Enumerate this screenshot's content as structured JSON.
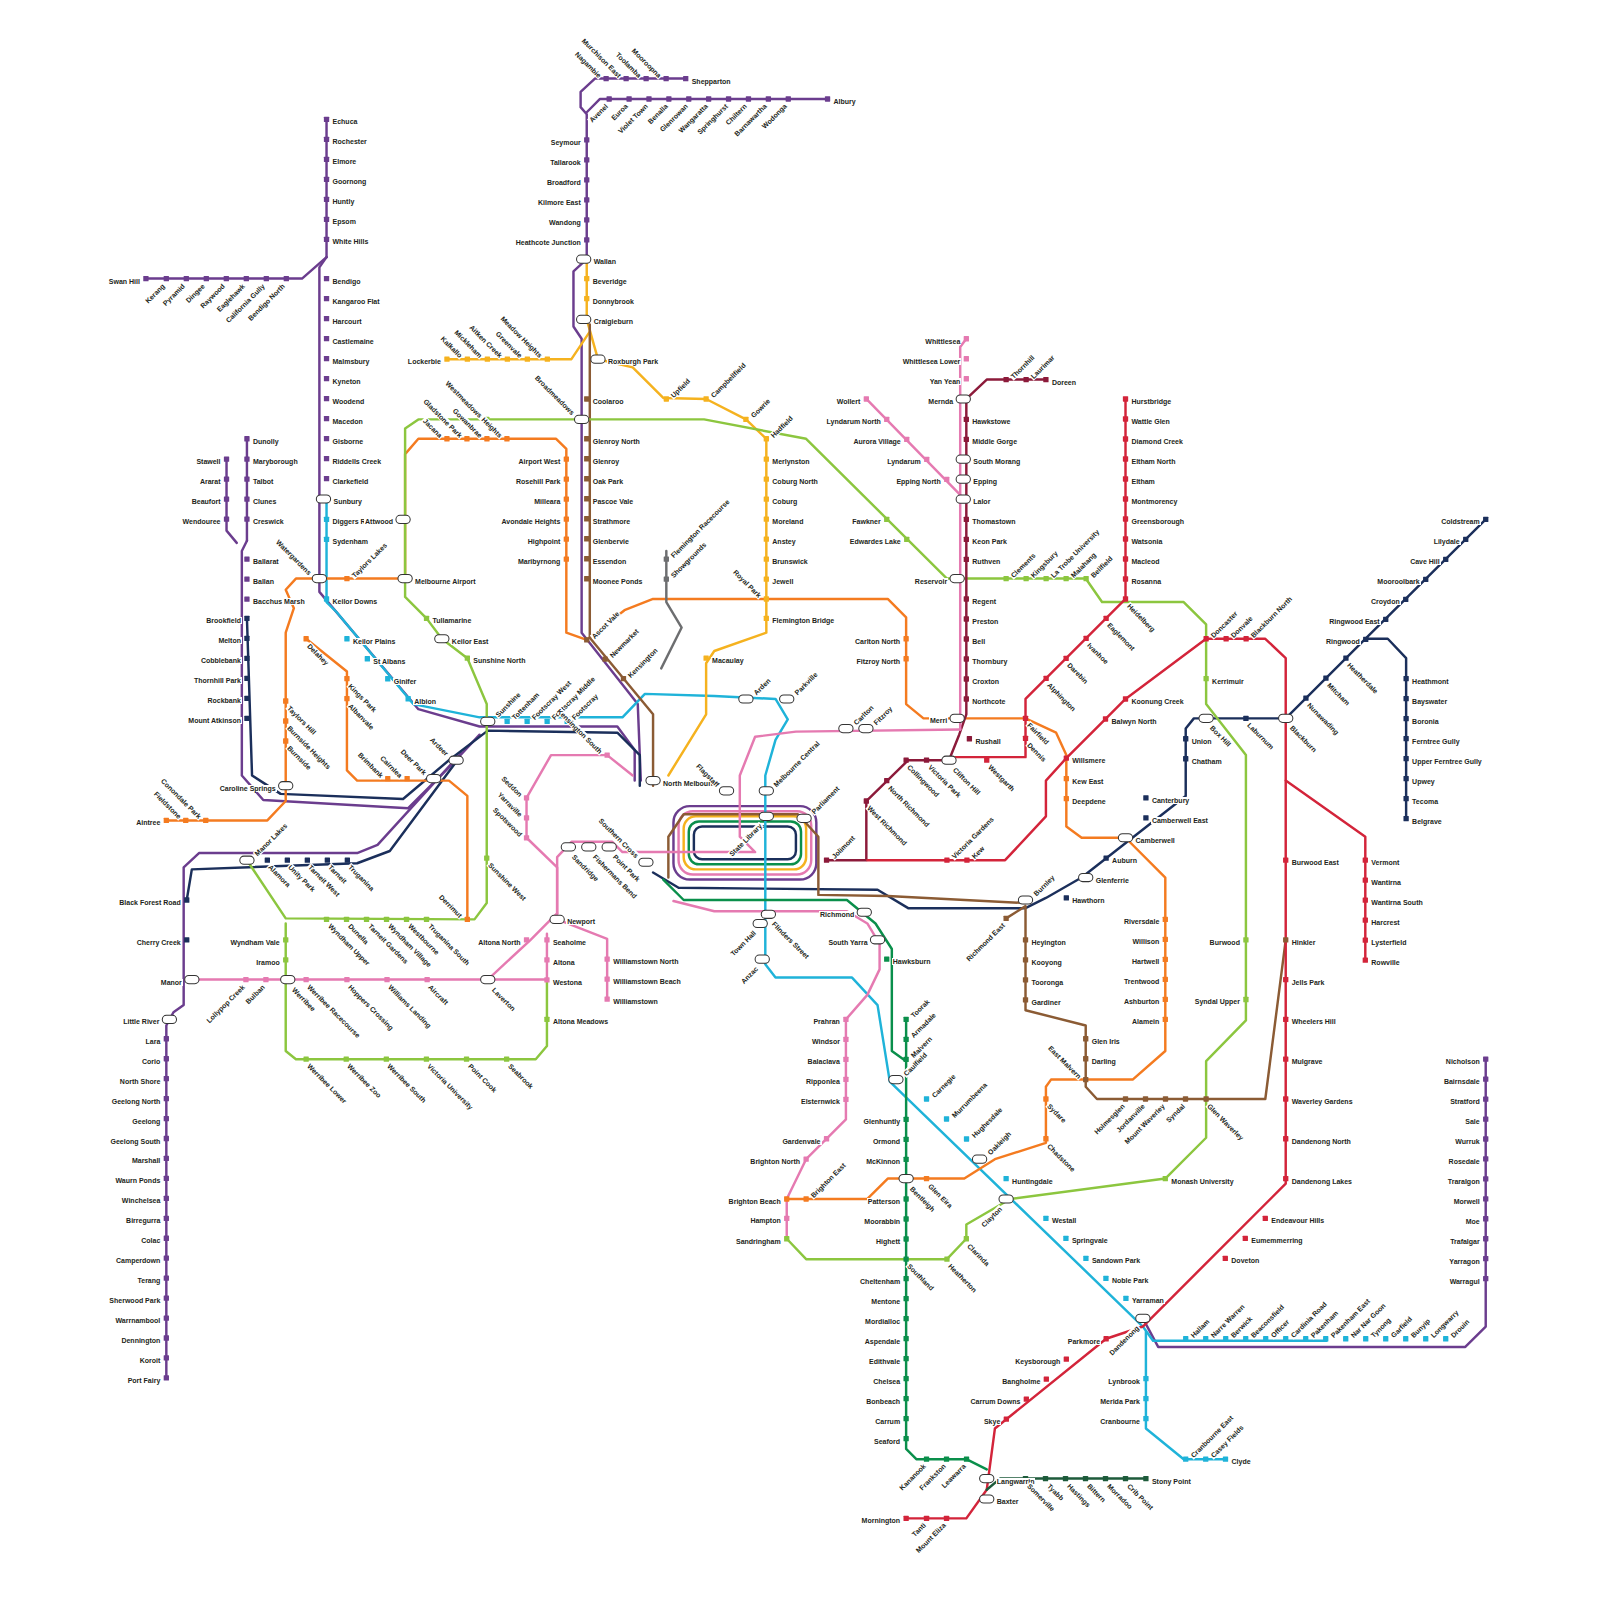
{
  "diagram": {
    "labels": [
      "Seymour",
      "Tallarook",
      "Broadford",
      "Kilmore East",
      "Wandong",
      "Heathcote Junction",
      "Wallan",
      "Beveridge",
      "Donnybrook",
      "Craigieburn",
      "Roxburgh Park",
      "Coolaroo",
      "Broadmeadows",
      "Glenroy North",
      "Glenroy",
      "Oak Park",
      "Pascoe Vale",
      "Strathmore",
      "Glenbervie",
      "Essendon",
      "Moonee Ponds",
      "Ascot Vale",
      "Newmarket",
      "Kensington",
      "North Melbourne",
      "Nagambie",
      "Murchison East",
      "Toolamba",
      "Mooroopna",
      "Shepparton",
      "Avenel",
      "Euroa",
      "Violet Town",
      "Benalla",
      "Glenrowan",
      "Wangaratta",
      "Springhurst",
      "Chiltern",
      "Barnawartha",
      "Wodonga",
      "Albury",
      "Echuca",
      "Rochester",
      "Elmore",
      "Goornong",
      "Huntly",
      "Epsom",
      "White Hills",
      "Bendigo",
      "Kangaroo Flat",
      "Harcourt",
      "Castlemaine",
      "Malmsbury",
      "Kyneton",
      "Woodend",
      "Macedon",
      "Gisborne",
      "Riddells Creek",
      "Clarkefield",
      "Sunbury",
      "Diggers Rest",
      "Sydenham",
      "Watergardens",
      "Taylors Lakes",
      "Keilor Downs",
      "Keilor Plains",
      "St Albans",
      "Ginifer",
      "Albion",
      "Swan Hill",
      "Kerang",
      "Pyramid",
      "Dingee",
      "Raywood",
      "Eaglehawk",
      "California Gully",
      "Bendigo North",
      "Dunolly",
      "Maryborough",
      "Talbot",
      "Clunes",
      "Creswick",
      "Stawell",
      "Ararat",
      "Beaufort",
      "Wendouree",
      "Ballarat",
      "Ballan",
      "Bacchus Marsh",
      "Brookfield",
      "Melton",
      "Cobblebank",
      "Thornhill Park",
      "Rockbank",
      "Mount Atkinson",
      "Caroline Springs",
      "Aintree",
      "Fieldstone",
      "Conondale Park",
      "Taylors Hill",
      "Burnside Heights",
      "Burnside",
      "Delahey",
      "Kings Park",
      "Albanvale",
      "Brimbank",
      "Cairnlea",
      "Deer Park",
      "Ardeer",
      "Derrimut",
      "Jacana",
      "Gladstone Park",
      "Gowanbrae",
      "Strathmore Heights",
      "Airport West",
      "Rosehill Park",
      "Milleara",
      "Avondale Heights",
      "Highpoint",
      "Maribyrnong",
      "Westmeadows",
      "Attwood",
      "Melbourne Airport",
      "Tullamarine",
      "Keilor East",
      "Sunshine North",
      "Sunshine",
      "Sunshine West",
      "Tottenham",
      "Footscray West",
      "Footscray Middle",
      "Footscray",
      "Seddon",
      "Yarraville",
      "Spotswood",
      "Kensington South",
      "Manor Lakes",
      "Alamora",
      "Unity Park",
      "Tarneit West",
      "Tarneit",
      "Truganina",
      "Black Forest Road",
      "Cherry Creek",
      "Manor",
      "Little River",
      "Lara",
      "Corio",
      "North Shore",
      "Geelong North",
      "Geelong",
      "Geelong South",
      "Marshall",
      "Waurn Ponds",
      "Winchelsea",
      "Birregurra",
      "Colac",
      "Camperdown",
      "Terang",
      "Sherwood Park",
      "Warrnambool",
      "Dennington",
      "Koroit",
      "Port Fairy",
      "Wyndham Vale",
      "Iramoo",
      "Wyndham Upper",
      "Dunella",
      "Tarneit Gardens",
      "Wyndham Village",
      "Westbourne",
      "Truganina South",
      "Werribee Lower",
      "Werribee Zoo",
      "Werribee South",
      "Victoria University",
      "Point Cook",
      "Seabrook",
      "Altona Meadows",
      "Lollypop Creek",
      "Bulban",
      "Werribee",
      "Werribee Racecourse",
      "Hoppers Crossing",
      "Williams Landing",
      "Aircraft",
      "Laverton",
      "Altona North",
      "Newport",
      "Seaholme",
      "Altona",
      "Westona",
      "Williamstown North",
      "Williamstown Beach",
      "Williamstown",
      "Lockerbie",
      "Kalkallo",
      "Mickleham",
      "Aitken Creek",
      "Greenvale",
      "Meadow Heights",
      "Upfield",
      "Campbellfield",
      "Gowrie",
      "Hadfield",
      "Merlynston",
      "Coburg North",
      "Coburg",
      "Moreland",
      "Anstey",
      "Brunswick",
      "Jewell",
      "Royal Park",
      "Flemington Bridge",
      "Macaulay",
      "Flemington Racecourse",
      "Showgrounds",
      "Arden",
      "Parkville",
      "Carlton",
      "Fitzroy",
      "Flagstaff",
      "Melbourne Central",
      "State Library",
      "Parliament",
      "Jolimont",
      "Southern Cross",
      "Town Hall",
      "Flinders Street",
      "Anzac",
      "Sandridge",
      "Fishermans Bend",
      "Point Park",
      "Richmond",
      "South Yarra",
      "Hawksburn",
      "Carlton North",
      "Fitzroy North",
      "Thornhill",
      "Laurimar",
      "Doreen",
      "Mernda",
      "Hawkstowe",
      "Middle Gorge",
      "South Morang",
      "Epping",
      "Lalor",
      "Thomastown",
      "Keon Park",
      "Ruthven",
      "Reservoir",
      "Regent",
      "Preston",
      "Bell",
      "Thornbury",
      "Croxton",
      "Northcote",
      "Merri",
      "Rushall",
      "Clifton Hill",
      "Victoria Park",
      "Collingwood",
      "Westgarth",
      "North Richmond",
      "West Richmond",
      "Whittlesea",
      "Whittlesea Lower",
      "Yan Yean",
      "Wollert",
      "Lyndarum North",
      "Aurora Village",
      "Lyndarum",
      "Epping North",
      "Fawkner",
      "Edwardes Lake",
      "Clements",
      "Kingsbury",
      "La Trobe University",
      "Malahang",
      "Bellfield",
      "Hurstbridge",
      "Wattle Glen",
      "Diamond Creek",
      "Eltham North",
      "Eltham",
      "Montmorency",
      "Greensborough",
      "Watsonia",
      "Macleod",
      "Rosanna",
      "Heidelberg",
      "Eaglemont",
      "Ivanhoe",
      "Darebin",
      "Alphington",
      "Fairfield",
      "Dennis",
      "Doncaster",
      "Donvale",
      "Blackburn North",
      "Koonung Creek",
      "Balwyn North",
      "Willsmere",
      "Kew East",
      "Deepdene",
      "Victoria Gardens",
      "Kew",
      "Kerrimuir",
      "Box Hill",
      "Laburnum",
      "Blackburn",
      "Union",
      "Chatham",
      "Canterbury",
      "Camberwell East",
      "Camberwell",
      "Auburn",
      "Glenferrie",
      "Hawthorn",
      "Burnley",
      "Richmond East",
      "Coldstream",
      "Lilydale",
      "Cave Hill",
      "Mooroolbark",
      "Croydon",
      "Ringwood East",
      "Ringwood",
      "Heatherdale",
      "Mitcham",
      "Nunawading",
      "Heathmont",
      "Bayswater",
      "Boronia",
      "Ferntree Gully",
      "Upper Ferntree Gully",
      "Upwey",
      "Tecoma",
      "Belgrave",
      "Vermont",
      "Wantirna",
      "Wantirna South",
      "Harcrest",
      "Lysterfield",
      "Rowville",
      "Burwood East",
      "Hinkler",
      "Jells Park",
      "Wheelers Hill",
      "Mulgrave",
      "Waverley Gardens",
      "Dandenong North",
      "Dandenong Lakes",
      "Endeavour Hills",
      "Eumemmerring",
      "Doveton",
      "Heyington",
      "Kooyong",
      "Tooronga",
      "Gardiner",
      "Glen Iris",
      "Darling",
      "East Malvern",
      "Holmesglen",
      "Jordanville",
      "Mount Waverley",
      "Syndal",
      "Glen Waverley",
      "Burwood",
      "Syndal Upper",
      "Monash University",
      "Riversdale",
      "Willison",
      "Hartwell",
      "Trentwood",
      "Ashburton",
      "Alamein",
      "Sydare",
      "Chadstone",
      "Glen Eira",
      "Bentleigh",
      "Brighton East",
      "Brighton Beach",
      "Prahran",
      "Windsor",
      "Balaclava",
      "Ripponlea",
      "Elsternwick",
      "Gardenvale",
      "Brighton North",
      "Hampton",
      "Sandringham",
      "Toorak",
      "Armadale",
      "Malvern",
      "Caulfield",
      "Glenhuntly",
      "Ormond",
      "McKinnon",
      "Patterson",
      "Moorabbin",
      "Highett",
      "Southland",
      "Cheltenham",
      "Mentone",
      "Mordialloc",
      "Aspendale",
      "Edithvale",
      "Chelsea",
      "Bonbeach",
      "Carrum",
      "Seaford",
      "Kananook",
      "Frankston",
      "Leawarra",
      "Heatherton",
      "Clarinda",
      "Carnegie",
      "Murrumbeena",
      "Hughesdale",
      "Oakleigh",
      "Huntingdale",
      "Clayton",
      "Westall",
      "Springvale",
      "Sandown Park",
      "Noble Park",
      "Yarraman",
      "Dandenong",
      "Hallam",
      "Narre Warren",
      "Berwick",
      "Beaconsfield",
      "Officer",
      "Cardinia Road",
      "Pakenham",
      "Pakenham East",
      "Nar Nar Goon",
      "Tynong",
      "Garfield",
      "Bunyip",
      "Longwarry",
      "Drouin",
      "Nicholson",
      "Bairnsdale",
      "Stratford",
      "Sale",
      "Wurruk",
      "Rosedale",
      "Traralgon",
      "Morwell",
      "Moe",
      "Trafalgar",
      "Yarragon",
      "Warragul",
      "Lynbrook",
      "Merida Park",
      "Cranbourne",
      "Cranbourne East",
      "Casey Fields",
      "Clyde",
      "Parkmore",
      "Keysborough",
      "Bangholme",
      "Carrum Downs",
      "Skye",
      "Mornington",
      "Tanti",
      "Mount Eliza",
      "Langwarrin",
      "Baxter",
      "Somerville",
      "Tyabb",
      "Hastings",
      "Bittern",
      "Morradoo",
      "Crib Point",
      "Stony Point"
    ]
  }
}
